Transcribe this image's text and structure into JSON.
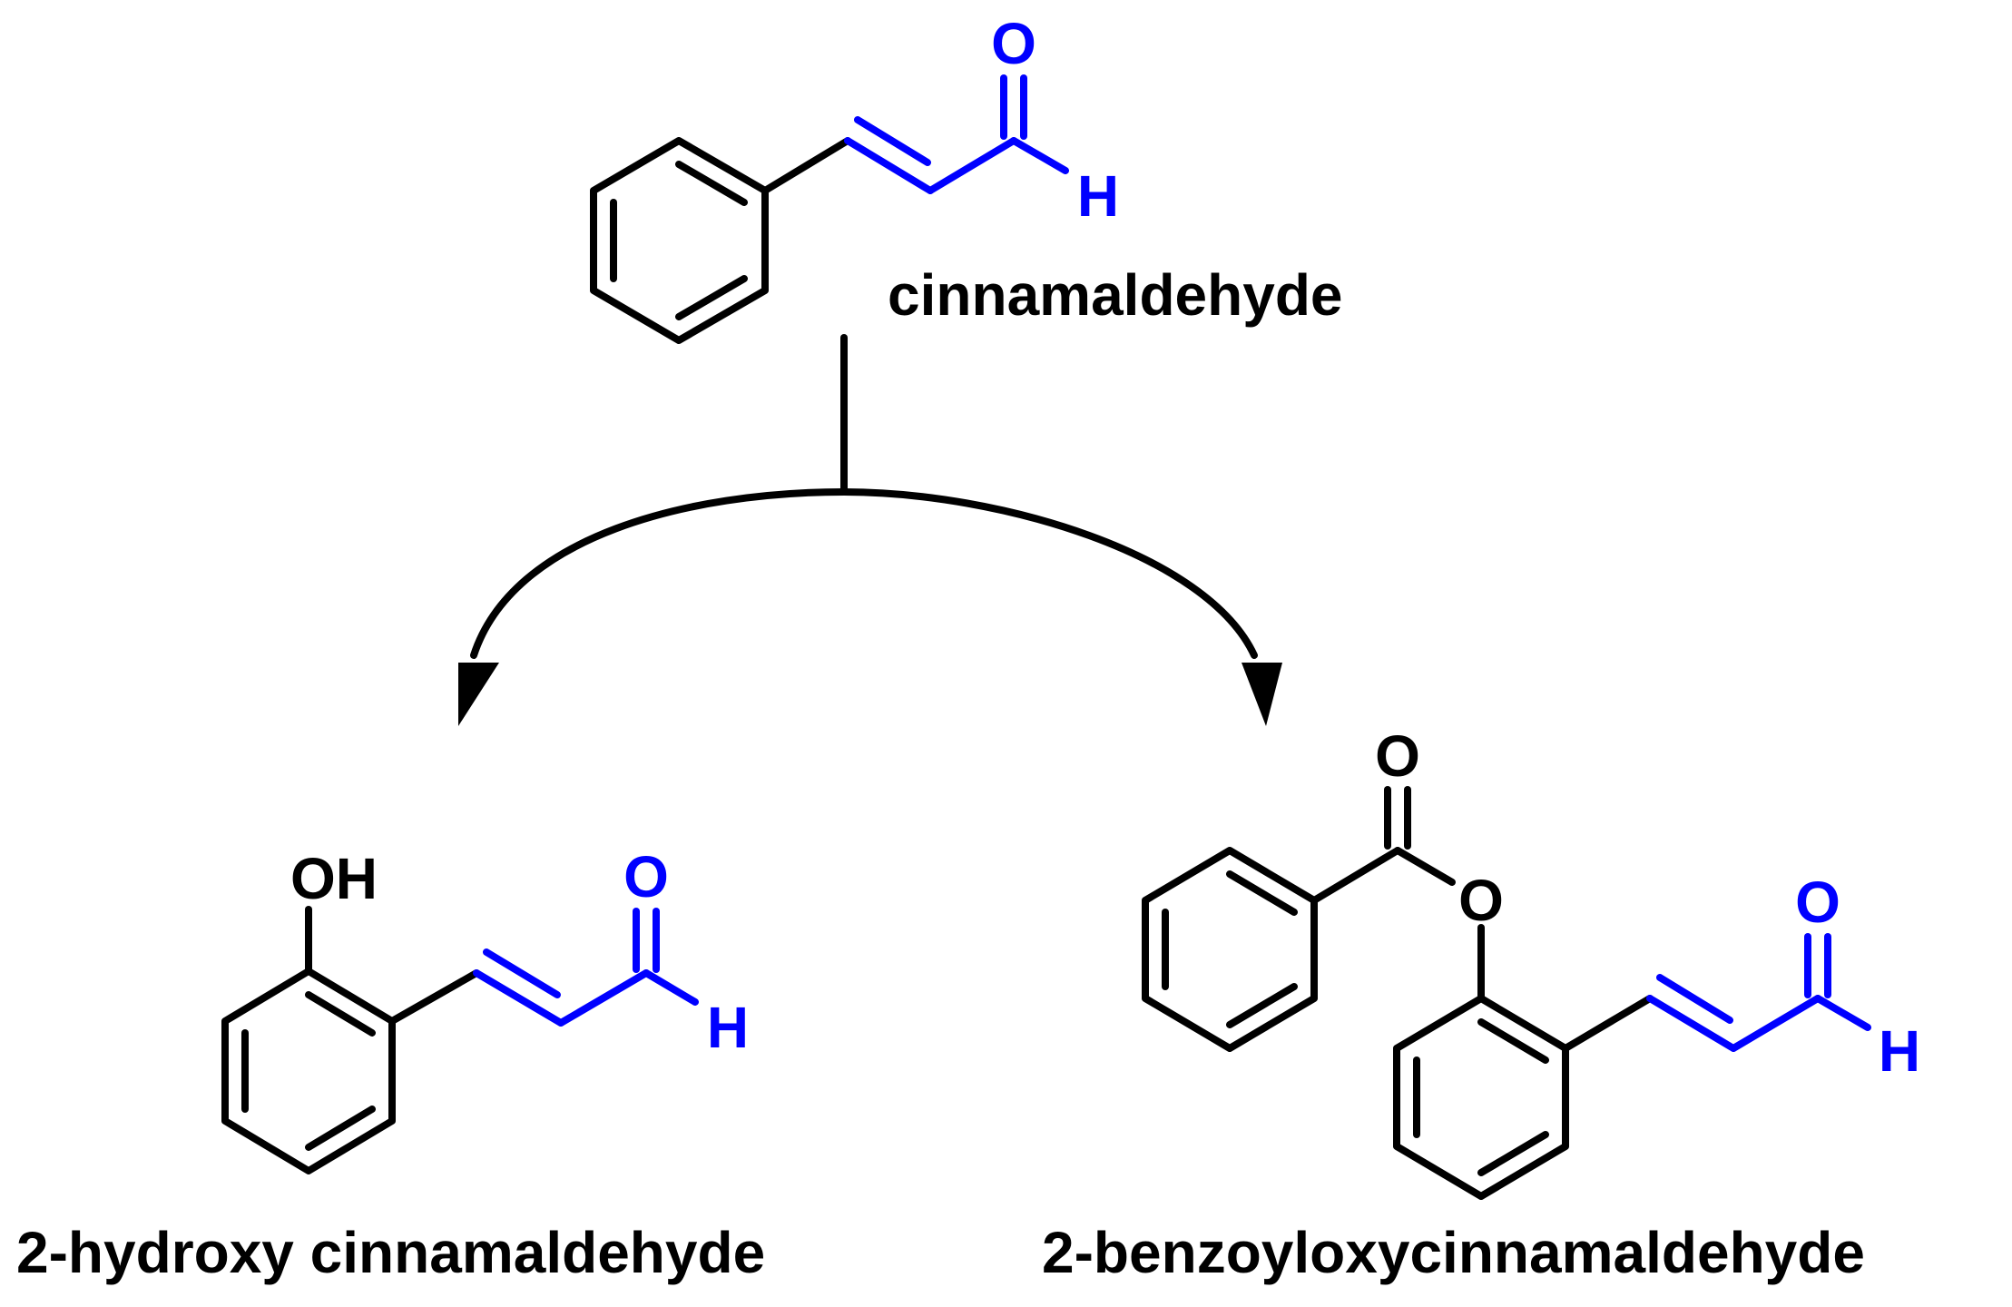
{
  "colors": {
    "bond": "#000000",
    "highlight": "#0000ff",
    "background": "#ffffff"
  },
  "compounds": {
    "top": {
      "name": "cinnamaldehyde",
      "atoms": {
        "O": "O",
        "H": "H"
      }
    },
    "left": {
      "name": "2-hydroxy cinnamaldehyde",
      "atoms": {
        "OH": "OH",
        "O": "O",
        "H": "H"
      }
    },
    "right": {
      "name": "2-benzoyloxycinnamaldehyde",
      "atoms": {
        "ester_O_carbonyl": "O",
        "ester_O": "O",
        "O": "O",
        "H": "H"
      }
    }
  }
}
